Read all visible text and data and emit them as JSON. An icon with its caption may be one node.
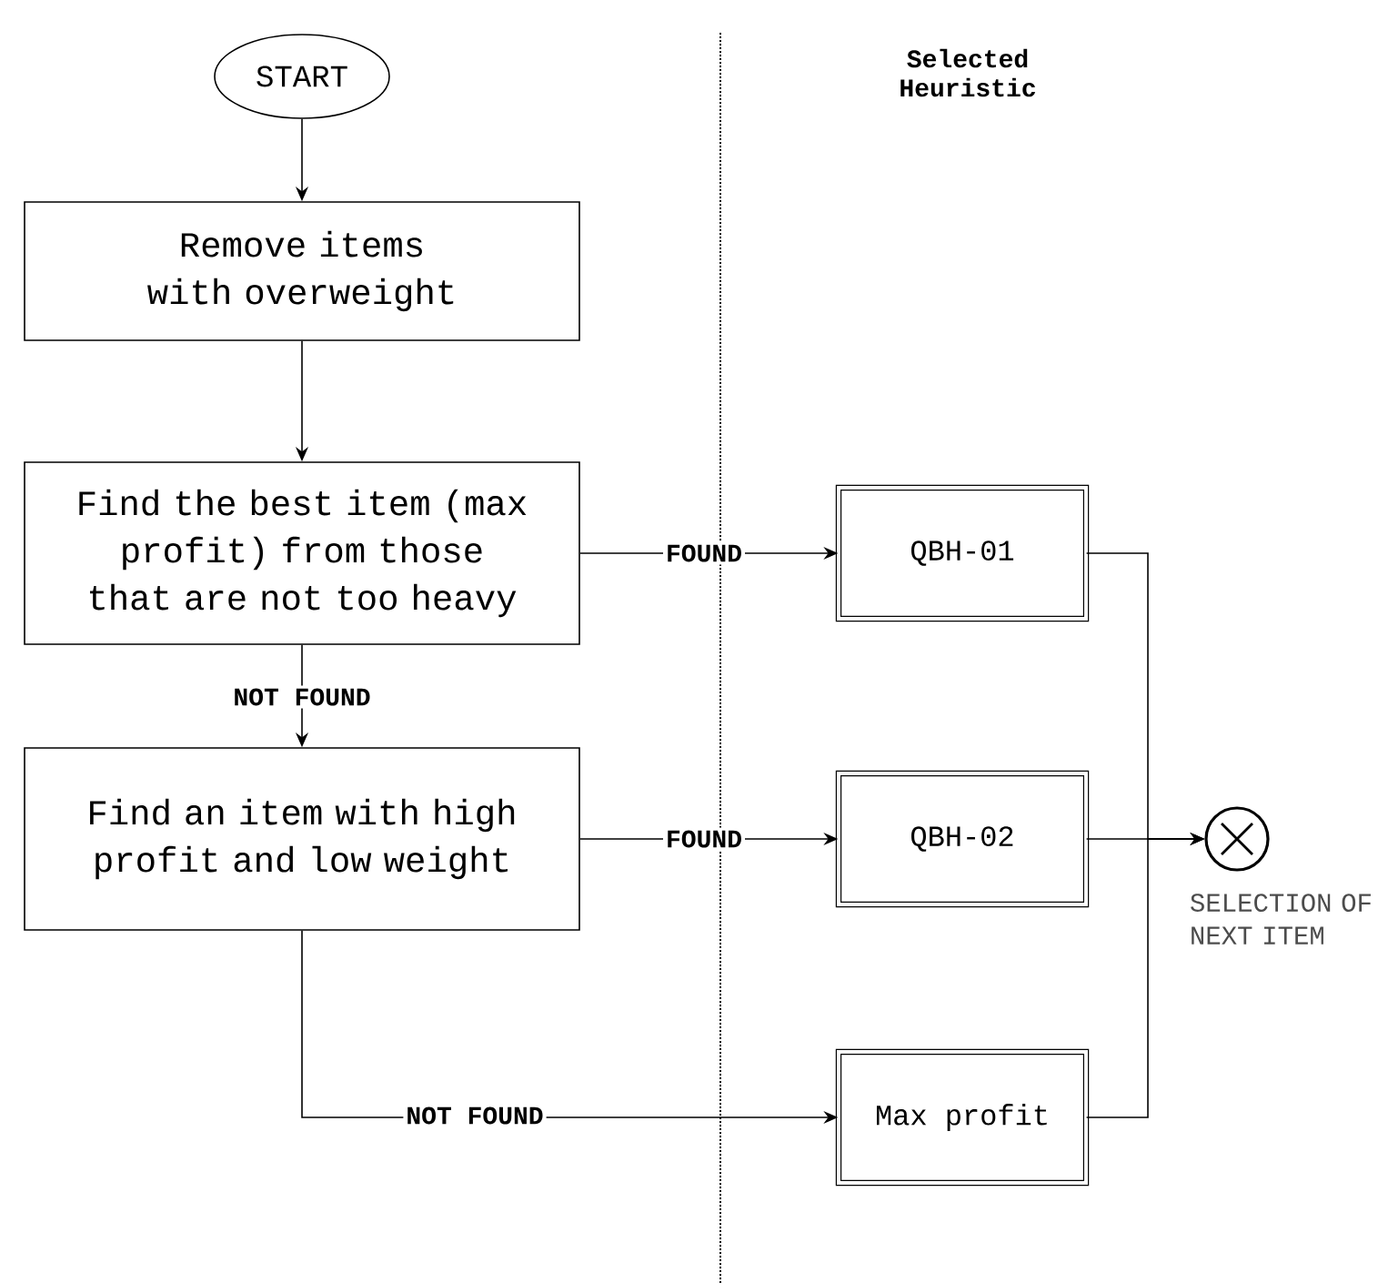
{
  "diagram": {
    "nodes": [
      {
        "text": [
          "START"
        ]
      },
      {
        "text": [
          "Remove items with overweight"
        ]
      },
      {
        "text": [
          "Find the best item (max profit) from those that are not too heavy"
        ]
      },
      {
        "text": [
          "Find an item with high profit and low weight"
        ]
      },
      {
        "text": [
          "QBH-01"
        ]
      },
      {
        "text": [
          "QBH-02"
        ]
      },
      {
        "text": [
          "Max profit"
        ]
      },
      {
        "text": [],
        "shape": "circle",
        "beside": [
          "SELECTION OF NEXT ITEM"
        ]
      }
    ],
    "edges": [
      {
        "from": 0,
        "to": 1,
        "arrow": "to"
      },
      {
        "from": 1,
        "to": 2,
        "arrow": "to"
      },
      {
        "from": 2,
        "to": 3,
        "arrow": "to",
        "label": "NOT FOUND"
      },
      {
        "from": 2,
        "to": 4,
        "arrow": "to",
        "label": "FOUND"
      },
      {
        "from": 3,
        "to": 5,
        "arrow": "to",
        "label": "FOUND"
      },
      {
        "from": 3,
        "to": 6,
        "arrow": "to",
        "label": "NOT FOUND"
      },
      {
        "from": 4,
        "to": 7,
        "arrow": "to"
      },
      {
        "from": 5,
        "to": 7,
        "arrow": "to"
      },
      {
        "from": 6,
        "to": 7,
        "arrow": "to"
      }
    ],
    "labels": [
      "Selected Heuristic"
    ]
  }
}
